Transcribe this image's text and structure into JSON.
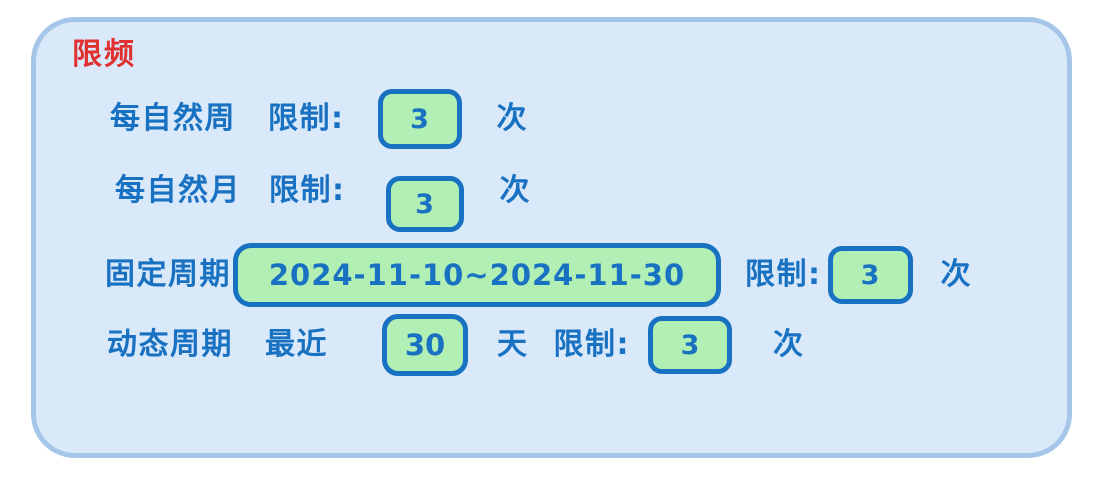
{
  "panel": {
    "title": "限频",
    "colors": {
      "panel_fill": "#d9e9f9",
      "panel_border": "#a5c6e9",
      "text_blue": "#1971c2",
      "title_red": "#e03131",
      "field_fill": "#b2efb5",
      "field_border": "#1971c2"
    },
    "rows": {
      "weekly": {
        "label": "每自然周",
        "limit_label": "限制:",
        "limit_value": "3",
        "unit": "次"
      },
      "monthly": {
        "label": "每自然月",
        "limit_label": "限制:",
        "limit_value": "3",
        "unit": "次"
      },
      "fixed": {
        "label": "固定周期",
        "period_value": "2024-11-10~2024-11-30",
        "limit_label": "限制:",
        "limit_value": "3",
        "unit": "次"
      },
      "dynamic": {
        "label": "动态周期",
        "recent_label": "最近",
        "recent_value": "30",
        "recent_unit": "天",
        "limit_label": "限制:",
        "limit_value": "3",
        "unit": "次"
      }
    }
  }
}
